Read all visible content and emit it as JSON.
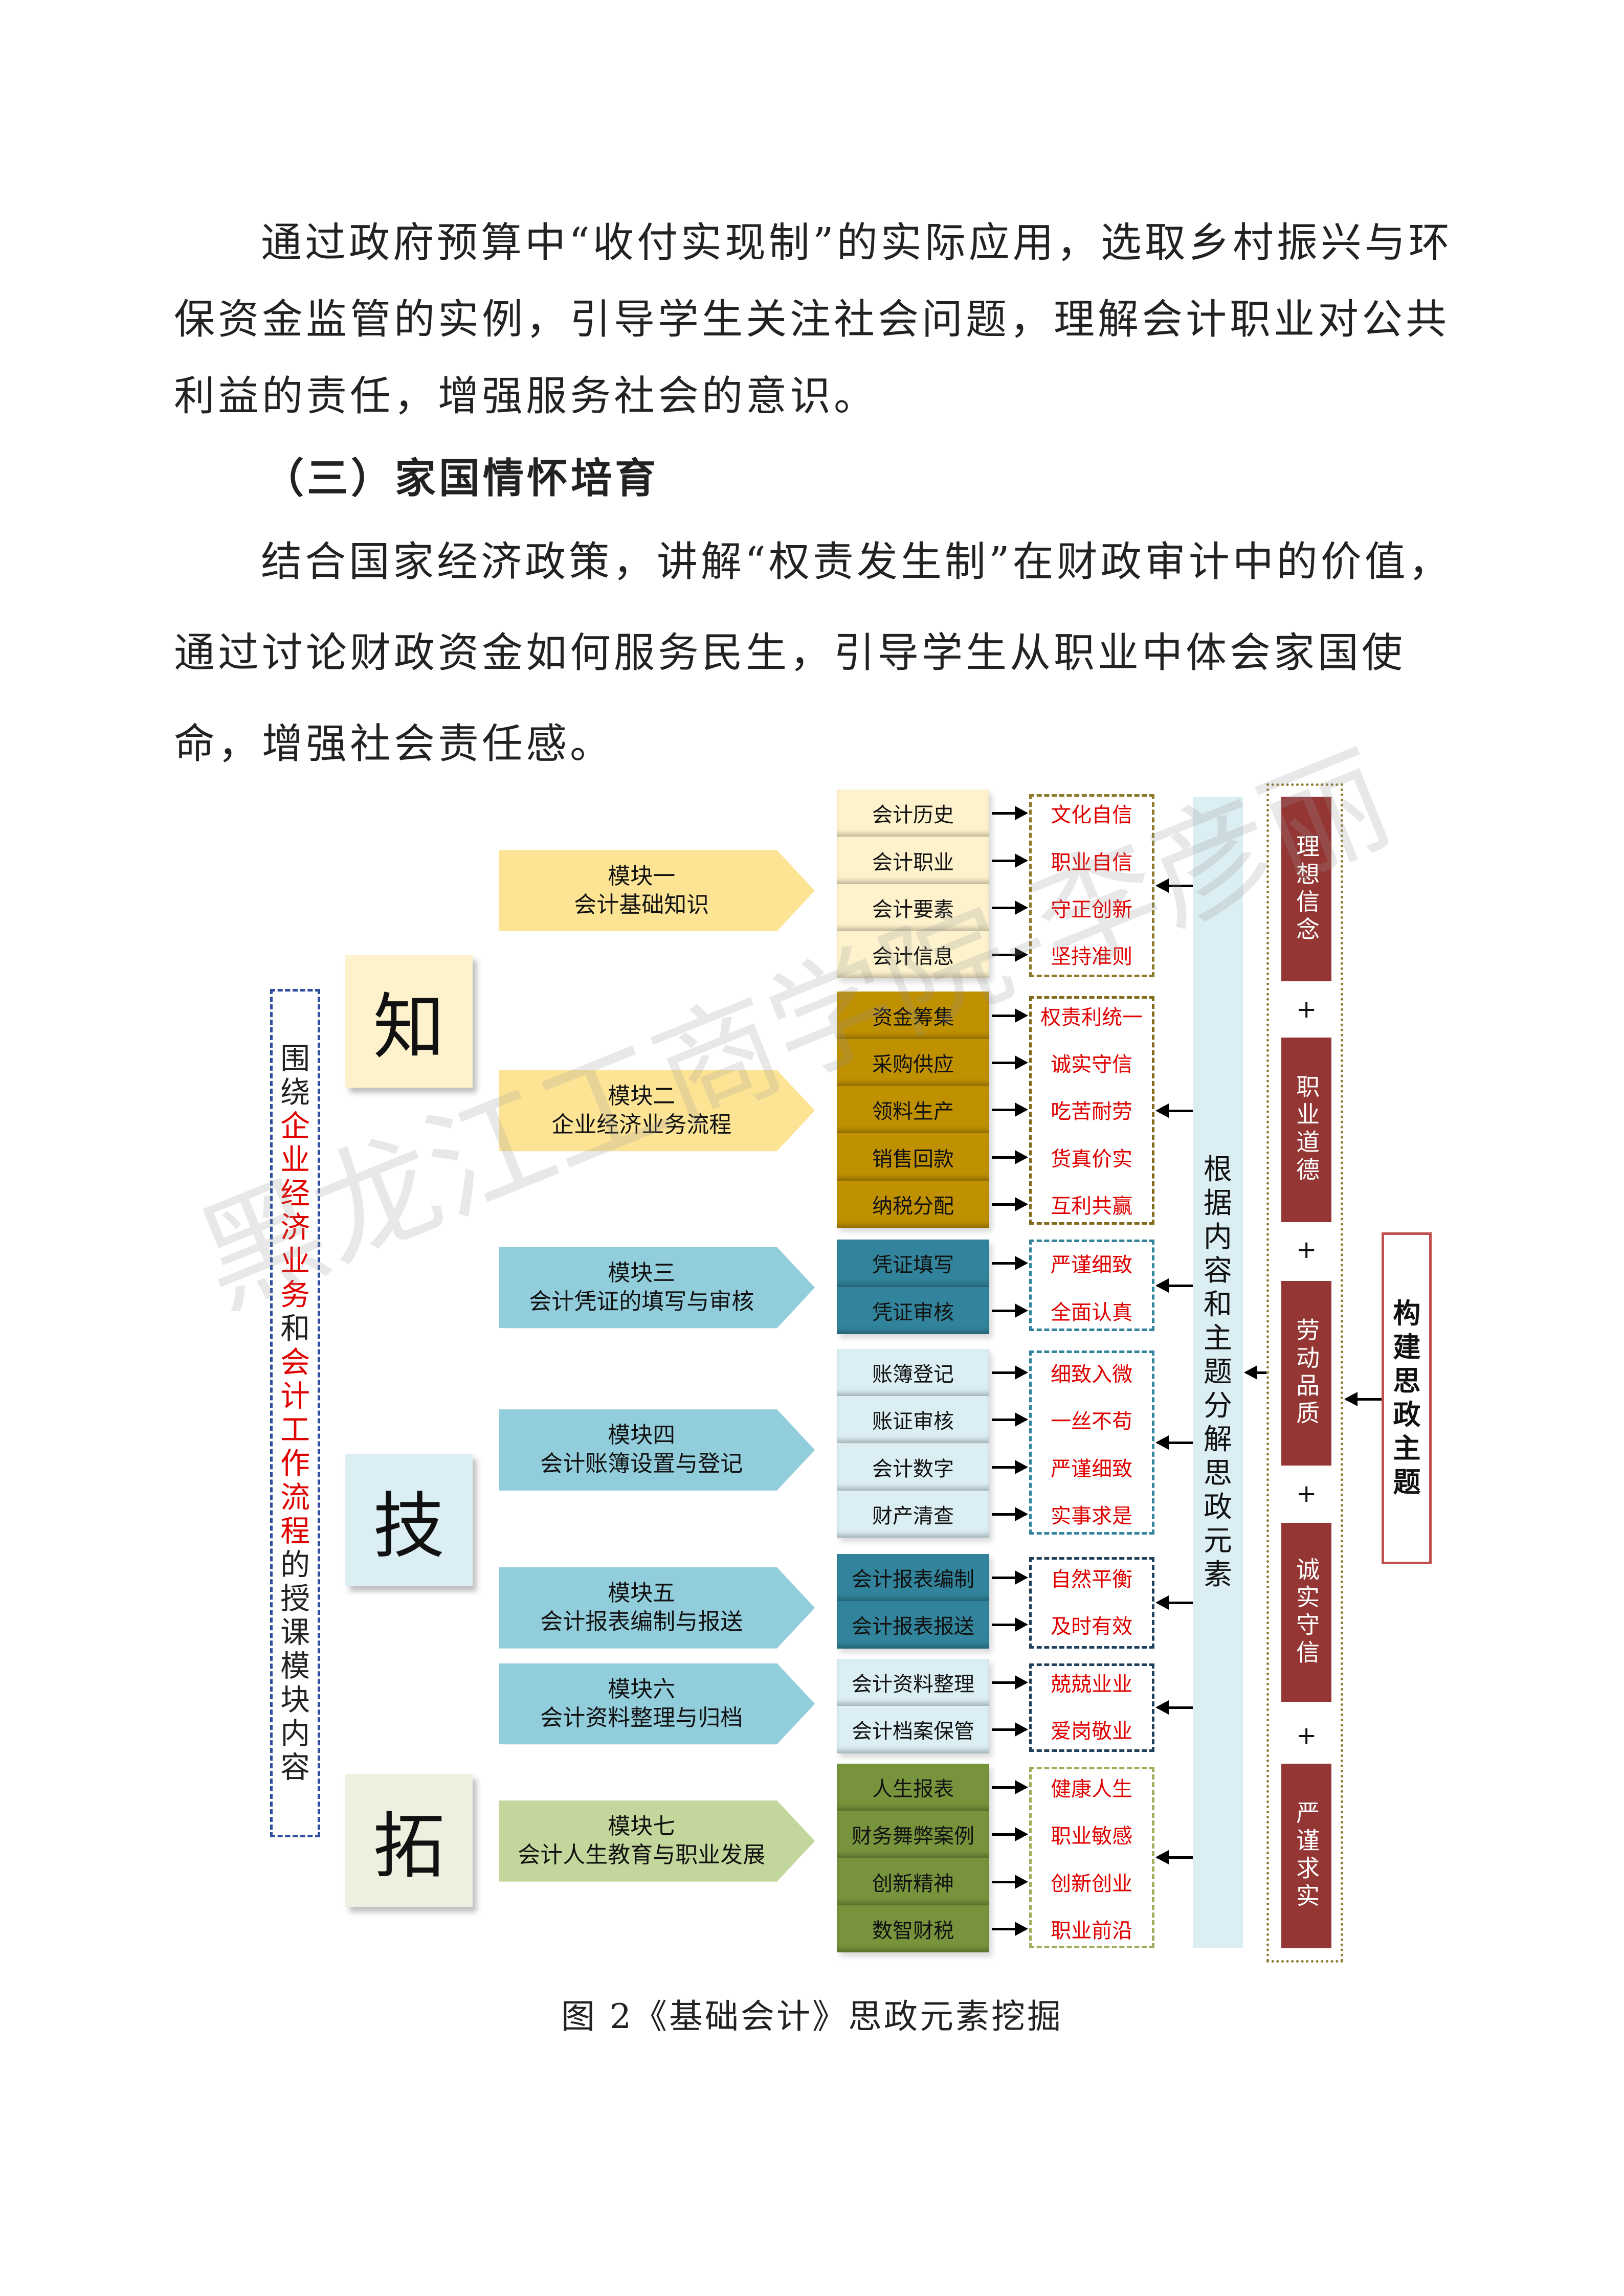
{
  "paragraphs": [
    {
      "text": "通过政府预算中“收付实现制”的实际应用，选取乡村振兴与环保资金监管的实例，引导学生关注社会问题，理解会计职业对公共利益的责任，增强服务社会的意识。"
    },
    {
      "heading": "（三）家国情怀培育"
    },
    {
      "text": "结合国家经济政策，讲解“权责发生制”在财政审计中的价值，通过讨论财政资金如何服务民生，引导学生从职业中体会家国使命，增强社会责任感。"
    }
  ],
  "diagram": {
    "left_label": [
      {
        "t": "围绕",
        "c": "#222222"
      },
      {
        "t": "企业经济业务",
        "c": "#e00000"
      },
      {
        "t": "和",
        "c": "#222222"
      },
      {
        "t": "会计工作流程",
        "c": "#e00000"
      },
      {
        "t": "的授课模块内容",
        "c": "#222222"
      }
    ],
    "stages": [
      {
        "char": "知",
        "color": "#fdf2cc"
      },
      {
        "char": "技",
        "color": "#dbeef3"
      },
      {
        "char": "拓",
        "color": "#ebf1de"
      }
    ],
    "modules": [
      {
        "title": "模块一",
        "name": "会计基础知识",
        "color": "#fde495",
        "cell_color": "#fdf2cc",
        "cell_text": "#111111",
        "border": "#8c7a2c",
        "items": [
          "会计历史",
          "会计职业",
          "会计要素",
          "会计信息"
        ],
        "values": [
          "文化自信",
          "职业自信",
          "守正创新",
          "坚持准则"
        ]
      },
      {
        "title": "模块二",
        "name": "企业经济业务流程",
        "color": "#fde495",
        "cell_color": "#bf9000",
        "cell_text": "#111111",
        "border": "#7f6a1a",
        "items": [
          "资金筹集",
          "采购供应",
          "领料生产",
          "销售回款",
          "纳税分配"
        ],
        "values": [
          "权责利统一",
          "诚实守信",
          "吃苦耐劳",
          "货真价实",
          "互利共赢"
        ]
      },
      {
        "title": "模块三",
        "name": "会计凭证的填写与审核",
        "color": "#92cddc",
        "cell_color": "#31849b",
        "cell_text": "#111111",
        "border": "#31849b",
        "items": [
          "凭证填写",
          "凭证审核"
        ],
        "values": [
          "严谨细致",
          "全面认真"
        ]
      },
      {
        "title": "模块四",
        "name": "会计账簿设置与登记",
        "color": "#92cddc",
        "cell_color": "#dbeef3",
        "cell_text": "#111111",
        "border": "#31849b",
        "items": [
          "账簿登记",
          "账证审核",
          "会计数字",
          "财产清查"
        ],
        "values": [
          "细致入微",
          "一丝不苟",
          "严谨细致",
          "实事求是"
        ]
      },
      {
        "title": "模块五",
        "name": "会计报表编制与报送",
        "color": "#92cddc",
        "cell_color": "#31849b",
        "cell_text": "#111111",
        "border": "#1f3f5a",
        "items": [
          "会计报表编制",
          "会计报表报送"
        ],
        "values": [
          "自然平衡",
          "及时有效"
        ]
      },
      {
        "title": "模块六",
        "name": "会计资料整理与归档",
        "color": "#92cddc",
        "cell_color": "#dbeef3",
        "cell_text": "#111111",
        "border": "#1f3f5a",
        "items": [
          "会计资料整理",
          "会计档案保管"
        ],
        "values": [
          "兢兢业业",
          "爱岗敬业"
        ]
      },
      {
        "title": "模块七",
        "name": "会计人生教育与职业发展",
        "color": "#c3d69b",
        "cell_color": "#77933c",
        "cell_text": "#111111",
        "border": "#9bb05a",
        "items": [
          "人生报表",
          "财务舞弊案例",
          "创新精神",
          "数智财税"
        ],
        "values": [
          "健康人生",
          "职业敏感",
          "创新创业",
          "职业前沿"
        ]
      }
    ],
    "middle_bar": "根据内容和主题分解思政元素",
    "themes": [
      "理想信念",
      "职业道德",
      "劳动品质",
      "诚实守信",
      "严谨求实"
    ],
    "plus": "+",
    "final": "构建思政主题",
    "colors": {
      "middle_bar": "#dbeef3",
      "theme": "#943634",
      "theme_box": "#8c7a2c",
      "final_border": "#c0504d"
    }
  },
  "caption": "图 2《基础会计》思政元素挖掘",
  "watermark": "黑龙江工商学院-李彦丽"
}
